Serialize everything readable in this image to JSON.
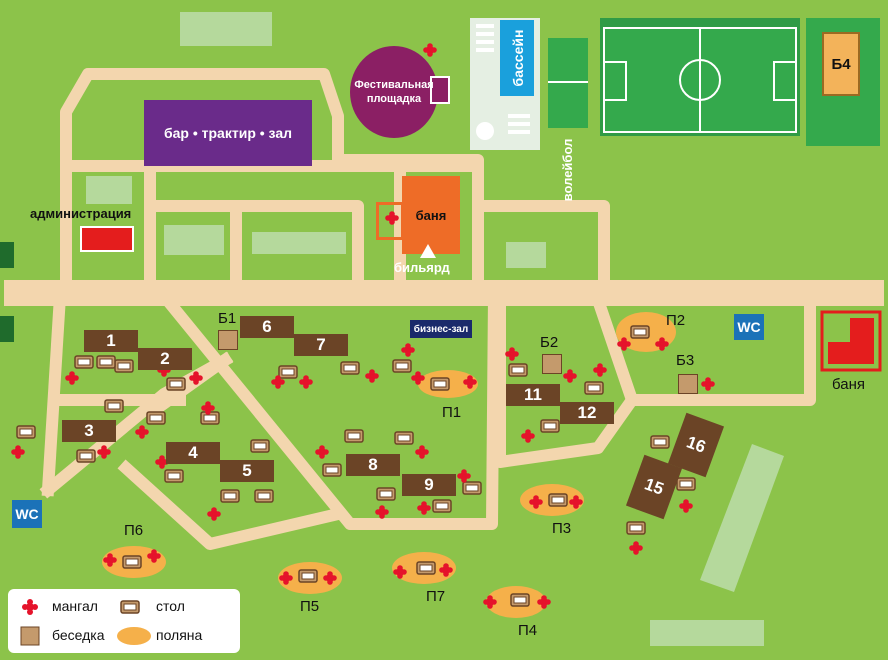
{
  "map": {
    "buildings": {
      "bar": "бар • трактир • зал",
      "festival": "Фестивальная площадка",
      "pool": "бассейн",
      "volleyball": "волейбол",
      "administration": "администрация",
      "bath": "баня",
      "billiards": "бильярд",
      "business_hall": "бизнес-зал",
      "bath2": "баня",
      "b4": "Б4"
    },
    "wc": [
      "WC",
      "WC"
    ],
    "cottages": [
      "1",
      "2",
      "3",
      "4",
      "5",
      "6",
      "7",
      "8",
      "9",
      "11",
      "12",
      "15",
      "16"
    ],
    "gazebos": [
      "Б1",
      "Б2",
      "Б3"
    ],
    "glades": [
      "П1",
      "П2",
      "П3",
      "П4",
      "П5",
      "П6",
      "П7"
    ]
  },
  "legend": {
    "grill": "мангал",
    "table": "стол",
    "gazebo": "беседка",
    "glade": "поляна"
  },
  "colors": {
    "grass": "#8cc34a",
    "light_grass": "#b5d99c",
    "path": "#f3d6ae",
    "building_brown": "#6b4426",
    "bar_purple": "#6a2b8a",
    "festival_purple": "#8b1f64",
    "bath_orange": "#ee6c27",
    "admin_red": "#e41d1d",
    "pool_blue": "#1aa0dc",
    "wc_blue": "#1b72b8",
    "field_green": "#34a94c",
    "glade_orange": "#f5b04a",
    "grill_red": "#e5132b",
    "b4_orange": "#f3b35a"
  }
}
